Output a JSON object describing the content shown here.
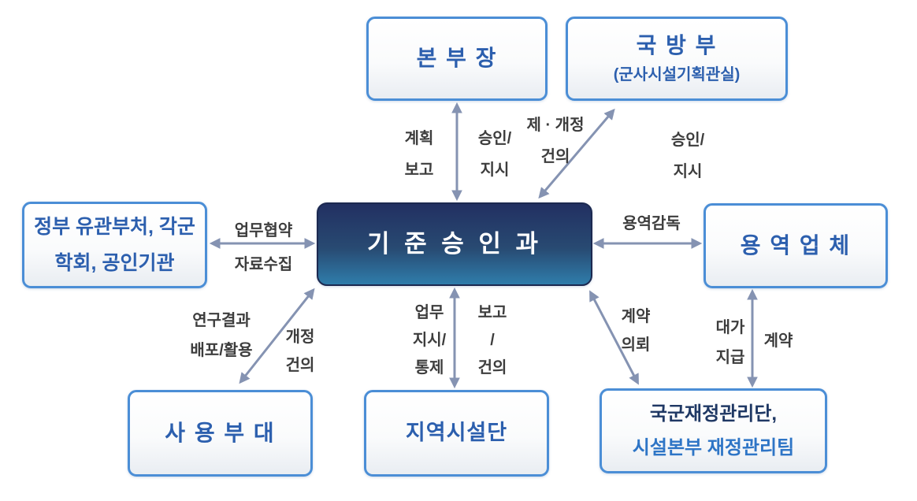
{
  "colors": {
    "light_box_border": "#4b8ed6",
    "light_box_fill_top": "#ffffff",
    "light_box_fill_bottom": "#e9edf2",
    "box_text_blue": "#2c5fae",
    "dark_box_gradient_top": "#223062",
    "dark_box_gradient_bottom": "#2f7dab",
    "dark_box_text": "#ffffff",
    "fin_line1_color": "#1f3864",
    "fin_line2_color": "#2e75c6",
    "arrow_color": "#8593b2",
    "edge_label_color": "#3d3d3d"
  },
  "nodes": {
    "hq": {
      "title": "본 부 장"
    },
    "mnd": {
      "title": "국 방 부",
      "subtitle": "(군사시설기획관실)"
    },
    "center": {
      "title": "기 준 승 인 과"
    },
    "gov": {
      "line1": "정부 유관부처, 각군",
      "line2": "학회, 공인기관"
    },
    "svc": {
      "title": "용 역 업 체"
    },
    "user": {
      "title": "사 용 부 대"
    },
    "rf": {
      "title": "지역시설단"
    },
    "fin": {
      "line1": "국군재정관리단,",
      "line2": "시설본부 재정관리팀"
    }
  },
  "edges": {
    "center_hq": {
      "left": [
        "계획",
        "보고"
      ],
      "right": [
        "승인/",
        "지시"
      ]
    },
    "center_mnd": {
      "left": [
        "제 · 개정",
        "건의"
      ],
      "right": [
        "승인/",
        "지시"
      ]
    },
    "center_gov": {
      "labels": [
        "업무협약",
        "자료수집"
      ]
    },
    "center_svc": {
      "labels": [
        "용역감독"
      ]
    },
    "center_user": {
      "left": [
        "연구결과",
        "배포/활용"
      ],
      "right": [
        "개정",
        "건의"
      ]
    },
    "center_rf": {
      "left": [
        "업무",
        "지시/",
        "통제"
      ],
      "right": [
        "보고",
        "/",
        "건의"
      ]
    },
    "center_fin": {
      "labels": [
        "계약",
        "의뢰"
      ]
    },
    "svc_fin": {
      "left": [
        "대가",
        "지급"
      ],
      "right": [
        "계약"
      ]
    }
  }
}
